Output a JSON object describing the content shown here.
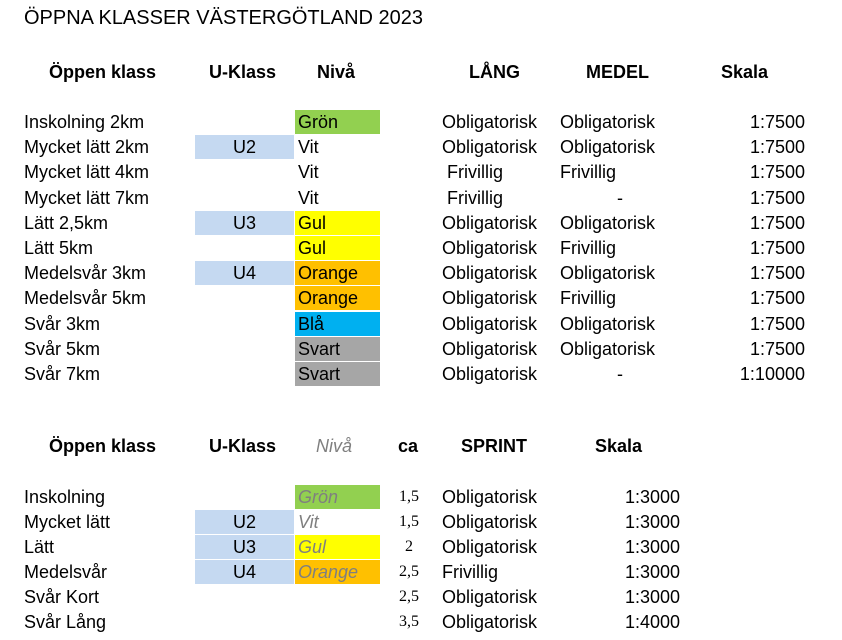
{
  "title": "ÖPPNA KLASSER VÄSTERGÖTLAND 2023",
  "colors": {
    "u_class_bg": "#c5d9f1",
    "Grön": "#92d050",
    "Vit": "#ffffff",
    "Gul": "#ffff00",
    "Orange": "#ffc000",
    "Blå": "#00b0f0",
    "Svart": "#a6a6a6"
  },
  "table1": {
    "headers": {
      "klass": "Öppen klass",
      "uklass": "U-Klass",
      "niva": "Nivå",
      "lang": "LÅNG",
      "medel": "MEDEL",
      "skala": "Skala"
    },
    "rows": [
      {
        "klass": "Inskolning 2km",
        "uklass": "",
        "niva": "Grön",
        "lang": "Obligatorisk",
        "medel": "Obligatorisk",
        "skala": "1:7500"
      },
      {
        "klass": "Mycket lätt 2km",
        "uklass": "U2",
        "niva": "Vit",
        "lang": "Obligatorisk",
        "medel": "Obligatorisk",
        "skala": "1:7500"
      },
      {
        "klass": "Mycket lätt 4km",
        "uklass": "",
        "niva": "Vit",
        "lang": "Frivillig",
        "medel": "Frivillig",
        "skala": "1:7500"
      },
      {
        "klass": "Mycket lätt 7km",
        "uklass": "",
        "niva": "Vit",
        "lang": "Frivillig",
        "medel": "-",
        "skala": "1:7500"
      },
      {
        "klass": "Lätt 2,5km",
        "uklass": "U3",
        "niva": "Gul",
        "lang": "Obligatorisk",
        "medel": "Obligatorisk",
        "skala": "1:7500"
      },
      {
        "klass": "Lätt 5km",
        "uklass": "",
        "niva": "Gul",
        "lang": "Obligatorisk",
        "medel": "Frivillig",
        "skala": "1:7500"
      },
      {
        "klass": "Medelsvår 3km",
        "uklass": "U4",
        "niva": "Orange",
        "lang": "Obligatorisk",
        "medel": "Obligatorisk",
        "skala": "1:7500"
      },
      {
        "klass": "Medelsvår 5km",
        "uklass": "",
        "niva": "Orange",
        "lang": "Obligatorisk",
        "medel": "Frivillig",
        "skala": "1:7500"
      },
      {
        "klass": "Svår 3km",
        "uklass": "",
        "niva": "Blå",
        "lang": "Obligatorisk",
        "medel": "Obligatorisk",
        "skala": "1:7500"
      },
      {
        "klass": "Svår 5km",
        "uklass": "",
        "niva": "Svart",
        "lang": "Obligatorisk",
        "medel": "Obligatorisk",
        "skala": "1:7500"
      },
      {
        "klass": "Svår 7km",
        "uklass": "",
        "niva": "Svart",
        "lang": "Obligatorisk",
        "medel": "-",
        "skala": "1:10000"
      }
    ]
  },
  "table2": {
    "headers": {
      "klass": "Öppen klass",
      "uklass": "U-Klass",
      "niva": "Nivå",
      "ca": "ca",
      "sprint": "SPRINT",
      "skala": "Skala"
    },
    "rows": [
      {
        "klass": "Inskolning",
        "uklass": "",
        "niva": "Grön",
        "ca": "1,5",
        "sprint": "Obligatorisk",
        "skala": "1:3000"
      },
      {
        "klass": "Mycket lätt",
        "uklass": "U2",
        "niva": "Vit",
        "ca": "1,5",
        "sprint": "Obligatorisk",
        "skala": "1:3000"
      },
      {
        "klass": "Lätt",
        "uklass": "U3",
        "niva": "Gul",
        "ca": "2",
        "sprint": "Obligatorisk",
        "skala": "1:3000"
      },
      {
        "klass": "Medelsvår",
        "uklass": "U4",
        "niva": "Orange",
        "ca": "2,5",
        "sprint": "Frivillig",
        "skala": "1:3000"
      },
      {
        "klass": "Svår Kort",
        "uklass": "",
        "niva": "",
        "ca": "2,5",
        "sprint": "Obligatorisk",
        "skala": "1:3000"
      },
      {
        "klass": "Svår Lång",
        "uklass": "",
        "niva": "",
        "ca": "3,5",
        "sprint": "Obligatorisk",
        "skala": "1:4000"
      }
    ]
  }
}
